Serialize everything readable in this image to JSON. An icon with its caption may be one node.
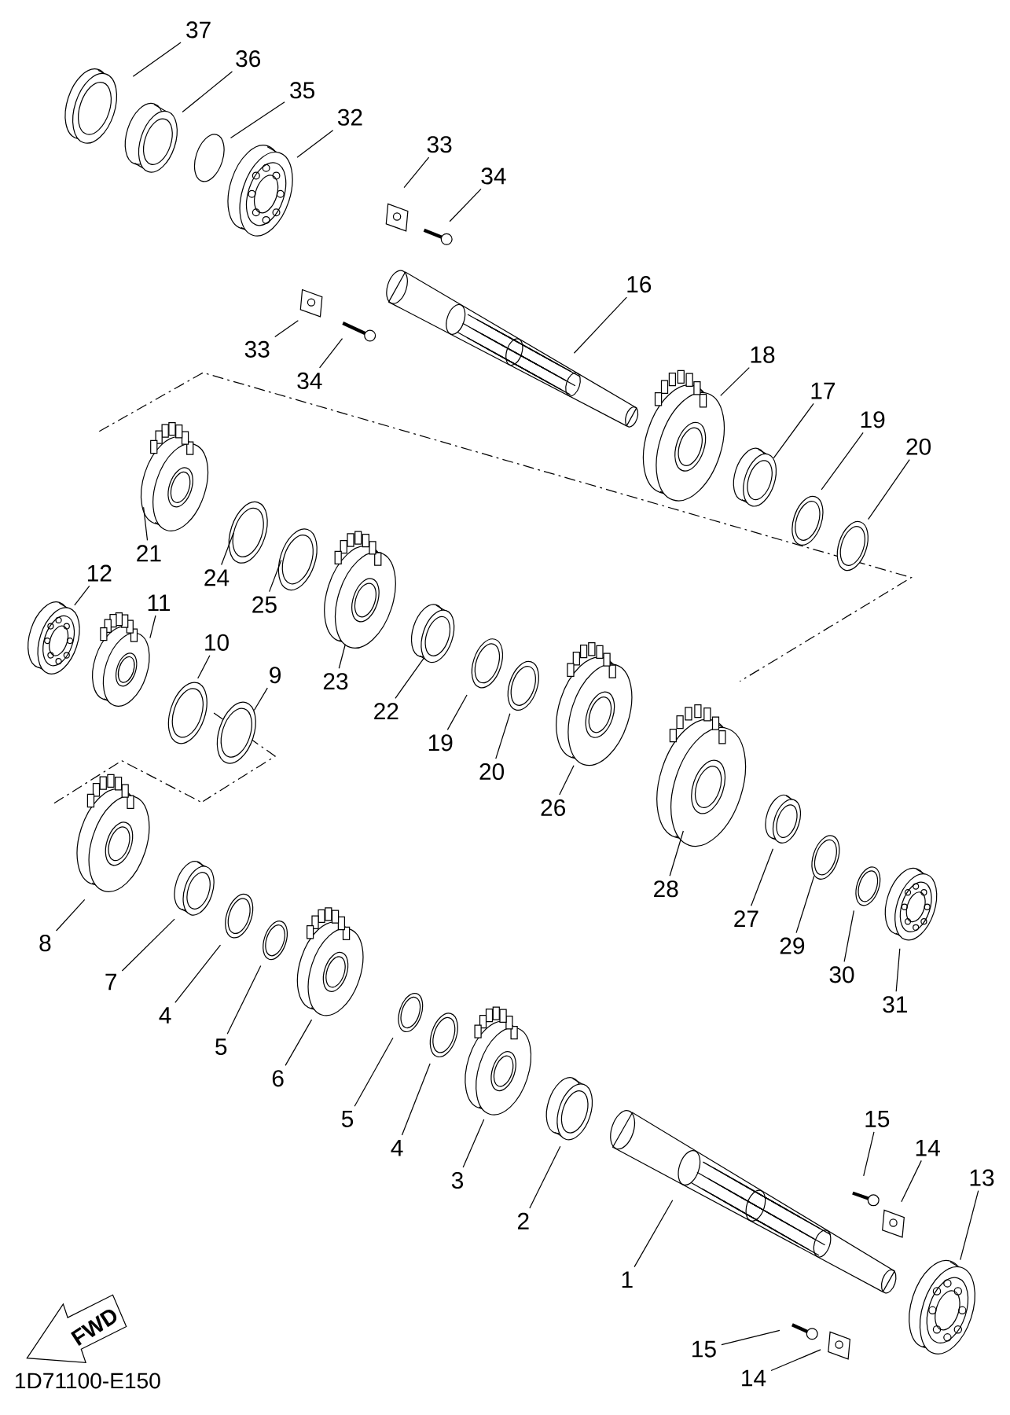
{
  "diagram": {
    "nodes": [
      {
        "text": [
          "37"
        ]
      },
      {
        "text": [
          "36"
        ]
      },
      {
        "text": [
          "35"
        ]
      },
      {
        "text": [
          "32"
        ]
      },
      {
        "text": [
          "33"
        ]
      },
      {
        "text": [
          "34"
        ]
      },
      {
        "text": [
          "16"
        ]
      },
      {
        "text": [
          "33"
        ]
      },
      {
        "text": [
          "34"
        ]
      },
      {
        "text": [
          "18"
        ]
      },
      {
        "text": [
          "17"
        ]
      },
      {
        "text": [
          "19"
        ]
      },
      {
        "text": [
          "20"
        ]
      },
      {
        "text": [
          "21"
        ]
      },
      {
        "text": [
          "24"
        ]
      },
      {
        "text": [
          "25"
        ]
      },
      {
        "text": [
          "12"
        ]
      },
      {
        "text": [
          "11"
        ]
      },
      {
        "text": [
          "10"
        ]
      },
      {
        "text": [
          "9"
        ]
      },
      {
        "text": [
          "23"
        ]
      },
      {
        "text": [
          "22"
        ]
      },
      {
        "text": [
          "19"
        ]
      },
      {
        "text": [
          "20"
        ]
      },
      {
        "text": [
          "26"
        ]
      },
      {
        "text": [
          "28"
        ]
      },
      {
        "text": [
          "27"
        ]
      },
      {
        "text": [
          "29"
        ]
      },
      {
        "text": [
          "30"
        ]
      },
      {
        "text": [
          "31"
        ]
      },
      {
        "text": [
          "8"
        ]
      },
      {
        "text": [
          "7"
        ]
      },
      {
        "text": [
          "4"
        ]
      },
      {
        "text": [
          "5"
        ]
      },
      {
        "text": [
          "6"
        ]
      },
      {
        "text": [
          "5"
        ]
      },
      {
        "text": [
          "4"
        ]
      },
      {
        "text": [
          "3"
        ]
      },
      {
        "text": [
          "2"
        ]
      },
      {
        "text": [
          "1"
        ]
      },
      {
        "text": [
          "15"
        ]
      },
      {
        "text": [
          "14"
        ]
      },
      {
        "text": [
          "13"
        ]
      },
      {
        "text": [
          "15"
        ]
      },
      {
        "text": [
          "14"
        ]
      }
    ],
    "edges": [
      {
        "from": 0,
        "to": null,
        "arrow": "none"
      },
      {
        "from": 1,
        "to": null,
        "arrow": "none"
      },
      {
        "from": 2,
        "to": null,
        "arrow": "none"
      },
      {
        "from": 3,
        "to": null,
        "arrow": "none"
      },
      {
        "from": 4,
        "to": null,
        "arrow": "none"
      },
      {
        "from": 5,
        "to": null,
        "arrow": "none"
      },
      {
        "from": 6,
        "to": null,
        "arrow": "none"
      },
      {
        "from": 7,
        "to": null,
        "arrow": "none"
      },
      {
        "from": 8,
        "to": null,
        "arrow": "none"
      },
      {
        "from": 9,
        "to": null,
        "arrow": "none"
      },
      {
        "from": 10,
        "to": null,
        "arrow": "none"
      },
      {
        "from": 11,
        "to": null,
        "arrow": "none"
      },
      {
        "from": 12,
        "to": null,
        "arrow": "none"
      },
      {
        "from": 13,
        "to": null,
        "arrow": "none"
      },
      {
        "from": 14,
        "to": null,
        "arrow": "none"
      },
      {
        "from": 15,
        "to": null,
        "arrow": "none"
      },
      {
        "from": 16,
        "to": null,
        "arrow": "none"
      },
      {
        "from": 17,
        "to": null,
        "arrow": "none"
      },
      {
        "from": 18,
        "to": null,
        "arrow": "none"
      },
      {
        "from": 19,
        "to": null,
        "arrow": "none"
      },
      {
        "from": 20,
        "to": null,
        "arrow": "none"
      },
      {
        "from": 21,
        "to": null,
        "arrow": "none"
      },
      {
        "from": 22,
        "to": null,
        "arrow": "none"
      },
      {
        "from": 23,
        "to": null,
        "arrow": "none"
      },
      {
        "from": 24,
        "to": null,
        "arrow": "none"
      },
      {
        "from": 25,
        "to": null,
        "arrow": "none"
      },
      {
        "from": 26,
        "to": null,
        "arrow": "none"
      },
      {
        "from": 27,
        "to": null,
        "arrow": "none"
      },
      {
        "from": 28,
        "to": null,
        "arrow": "none"
      },
      {
        "from": 29,
        "to": null,
        "arrow": "none"
      },
      {
        "from": 30,
        "to": null,
        "arrow": "none"
      },
      {
        "from": 31,
        "to": null,
        "arrow": "none"
      },
      {
        "from": 32,
        "to": null,
        "arrow": "none"
      },
      {
        "from": 33,
        "to": null,
        "arrow": "none"
      },
      {
        "from": 34,
        "to": null,
        "arrow": "none"
      },
      {
        "from": 35,
        "to": null,
        "arrow": "none"
      },
      {
        "from": 36,
        "to": null,
        "arrow": "none"
      },
      {
        "from": 37,
        "to": null,
        "arrow": "none"
      },
      {
        "from": 38,
        "to": null,
        "arrow": "none"
      },
      {
        "from": 39,
        "to": null,
        "arrow": "none"
      },
      {
        "from": 40,
        "to": null,
        "arrow": "none"
      },
      {
        "from": 41,
        "to": null,
        "arrow": "none"
      },
      {
        "from": 42,
        "to": null,
        "arrow": "none"
      },
      {
        "from": 43,
        "to": null,
        "arrow": "none"
      },
      {
        "from": 44,
        "to": null,
        "arrow": "none"
      }
    ],
    "labels": [
      "FWD",
      "1D71100-E150"
    ]
  }
}
